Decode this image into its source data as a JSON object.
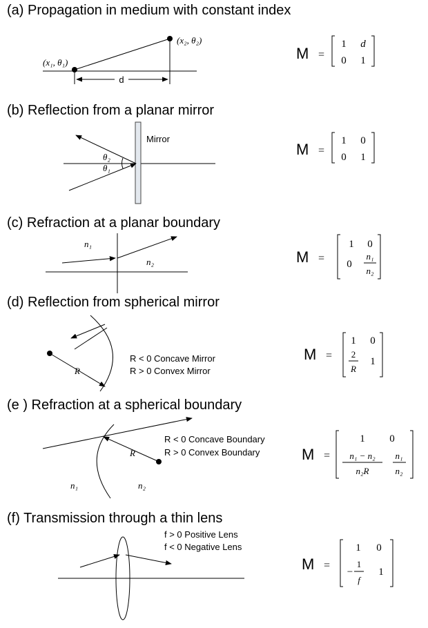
{
  "panels": {
    "a": {
      "title": "(a) Propagation in medium with constant index",
      "point1": "(x₁, θ₁)",
      "point2": "(x₂, θ₂)",
      "distance": "d",
      "matrix": {
        "symbol": "M",
        "eq": "=",
        "m11": "1",
        "m12": "d",
        "m21": "0",
        "m22": "1"
      }
    },
    "b": {
      "title": "(b) Reflection from a planar mirror",
      "mirror_label": "Mirror",
      "theta2": "θ₂",
      "theta1": "θ₁",
      "matrix": {
        "symbol": "M",
        "eq": "=",
        "m11": "1",
        "m12": "0",
        "m21": "0",
        "m22": "1"
      }
    },
    "c": {
      "title": "(c) Refraction at a planar boundary",
      "n1": "n₁",
      "n2": "n₂",
      "matrix": {
        "symbol": "M",
        "eq": "=",
        "m11": "1",
        "m12": "0",
        "m21": "0",
        "m22_num": "n₁",
        "m22_den": "n₂"
      }
    },
    "d": {
      "title": "(d) Reflection from spherical mirror",
      "radius": "R",
      "concave": "R < 0 Concave Mirror",
      "convex": "R > 0 Convex Mirror",
      "matrix": {
        "symbol": "M",
        "eq": "=",
        "m11": "1",
        "m12": "0",
        "m21_num": "2",
        "m21_den": "R",
        "m22": "1"
      }
    },
    "e": {
      "title": "(e ) Refraction at a spherical boundary",
      "radius": "R",
      "concave": "R < 0 Concave Boundary",
      "convex": "R > 0 Convex Boundary",
      "n1": "n₁",
      "n2": "n₂",
      "matrix": {
        "symbol": "M",
        "eq": "=",
        "m11": "1",
        "m12": "0",
        "m21_num": "n₁ − n₂",
        "m21_den": "n₂R",
        "m22_num": "n₁",
        "m22_den": "n₂"
      }
    },
    "f": {
      "title": "(f) Transmission through a thin lens",
      "positive": "f > 0 Positive Lens",
      "negative": "f < 0 Negative Lens",
      "matrix": {
        "symbol": "M",
        "eq": "=",
        "m11": "1",
        "m12": "0",
        "m21_sign": "−",
        "m21_num": "1",
        "m21_den": "f",
        "m22": "1"
      }
    }
  }
}
